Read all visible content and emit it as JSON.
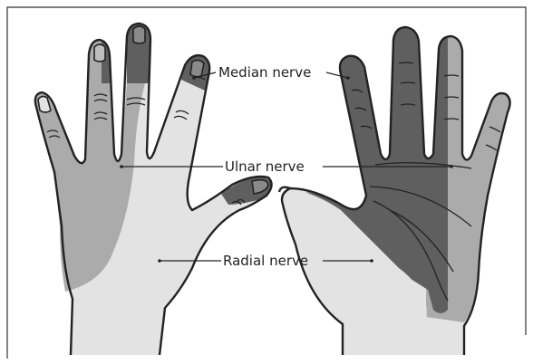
{
  "labels": {
    "median": "Median nerve",
    "ulnar": "Ulnar nerve",
    "radial": "Radial nerve"
  },
  "colors": {
    "ulnar_zone": "#ababab",
    "median_zone": "#5f5f5f",
    "radial_zone": "#e3e3e3",
    "outline": "#222222",
    "frame": "#333333"
  }
}
